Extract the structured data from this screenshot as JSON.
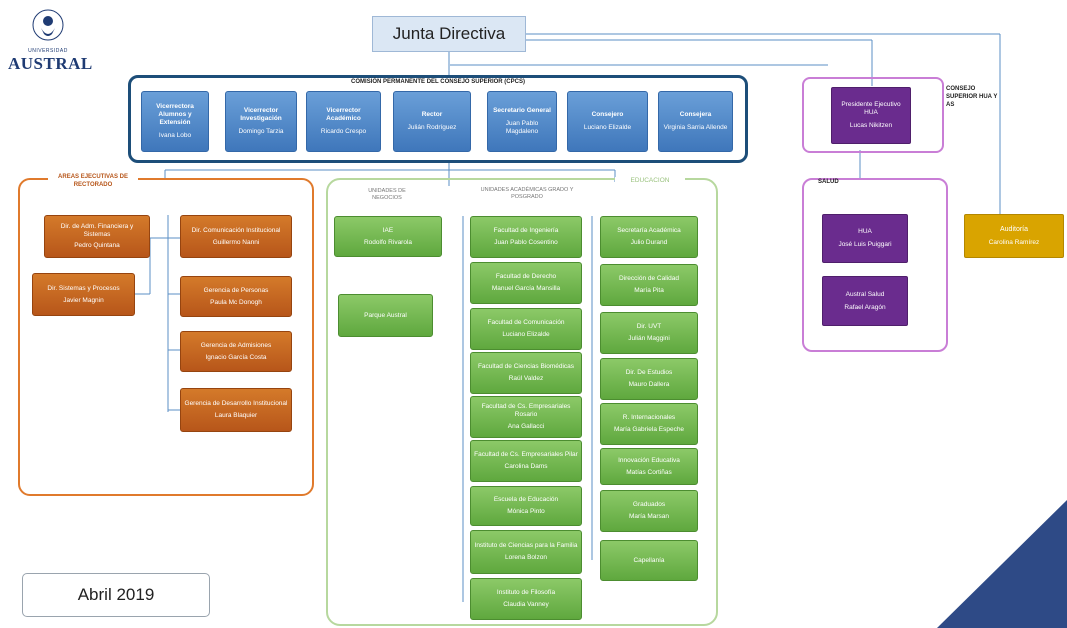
{
  "logo": {
    "small": "UNIVERSIDAD",
    "name": "AUSTRAL"
  },
  "junta": "Junta Directiva",
  "cpcs": {
    "title": "COMISIÓN PERMANENTE DEL CONSEJO SUPERIOR (CPCS)",
    "members": [
      {
        "title": "Vicerrectora Alumnos y Extensión",
        "name": "Ivana Lobo"
      },
      {
        "title": "Vicerrector Investigación",
        "name": "Domingo Tarzia"
      },
      {
        "title": "Vicerrector Académico",
        "name": "Ricardo Crespo"
      },
      {
        "title": "Rector",
        "name": "Julián Rodríguez"
      },
      {
        "title": "Secretario General",
        "name": "Juan Pablo Magdaleno"
      },
      {
        "title": "Consejero",
        "name": "Luciano Elizalde"
      },
      {
        "title": "Consejera",
        "name": "Virginia Sarria Allende"
      }
    ]
  },
  "consejo": {
    "label": "CONSEJO SUPERIOR HUA Y AS",
    "box": {
      "title": "Presidente Ejecutivo HUA",
      "name": "Lucas Nikitzen"
    }
  },
  "salud": {
    "label": "SALUD",
    "boxes": [
      {
        "title": "HUA",
        "name": "José Luis Puiggari"
      },
      {
        "title": "Austral Salud",
        "name": "Rafael Aragón"
      }
    ]
  },
  "auditoria": {
    "title": "Auditoría",
    "name": "Carolina Ramírez"
  },
  "areas": {
    "label": "AREAS EJECUTIVAS DE RECTORADO",
    "left": [
      {
        "title": "Dir. de Adm. Financiera y Sistemas",
        "name": "Pedro Quintana"
      },
      {
        "title": "Dir. Sistemas y Procesos",
        "name": "Javier Magnin"
      }
    ],
    "right": [
      {
        "title": "Dir. Comunicación Institucional",
        "name": "Guillermo Nanni"
      },
      {
        "title": "Gerencia de Personas",
        "name": "Paula Mc Donogh"
      },
      {
        "title": "Gerencia de Admisiones",
        "name": "Ignacio García Costa"
      },
      {
        "title": "Gerencia de Desarrollo Institucional",
        "name": "Laura Blaquier"
      }
    ]
  },
  "educacion": {
    "label": "EDUCACION",
    "negocios_label": "UNIDADES DE NEGOCIOS",
    "negocios": [
      {
        "title": "IAE",
        "name": "Rodolfo Rivarola"
      },
      {
        "title": "Parque Austral",
        "name": ""
      }
    ],
    "academicas_label": "UNIDADES ACADÉMICAS GRADO Y POSGRADO",
    "academicas": [
      {
        "title": "Facultad de Ingeniería",
        "name": "Juan Pablo Cosentino"
      },
      {
        "title": "Facultad de Derecho",
        "name": "Manuel García Mansilla"
      },
      {
        "title": "Facultad de Comunicación",
        "name": "Luciano Elizalde"
      },
      {
        "title": "Facultad de Ciencias Biomédicas",
        "name": "Raúl Valdez"
      },
      {
        "title": "Facultad de Cs. Empresariales Rosario",
        "name": "Ana Gallacci"
      },
      {
        "title": "Facultad de Cs. Empresariales Pilar",
        "name": "Carolina Dams"
      },
      {
        "title": "Escuela de Educación",
        "name": "Mónica Pinto"
      },
      {
        "title": "Instituto de Ciencias para la Familia",
        "name": "Lorena Bolzon"
      },
      {
        "title": "Instituto de Filosofía",
        "name": "Claudia Vanney"
      }
    ],
    "soporte": [
      {
        "title": "Secretaría Académica",
        "name": "Julio Durand"
      },
      {
        "title": "Dirección de Calidad",
        "name": "María Pita"
      },
      {
        "title": "Dir. UVT",
        "name": "Julián Maggini"
      },
      {
        "title": "Dir. De Estudios",
        "name": "Mauro Dallera"
      },
      {
        "title": "R. Internacionales",
        "name": "María Gabriela Espeche"
      },
      {
        "title": "Innovación Educativa",
        "name": "Matías Cortiñas"
      },
      {
        "title": "Graduados",
        "name": "María Marsan"
      },
      {
        "title": "Capellanía",
        "name": ""
      }
    ]
  },
  "date": "Abril 2019",
  "colors": {
    "cpcs_border": "#1d4e79",
    "blue_box": "#4a84c6",
    "green_box": "#6db248",
    "orange_box": "#c2621f",
    "purple_box": "#6a2c8e",
    "gold_box": "#d9a400",
    "purple_frame": "#c97ed6",
    "green_frame": "#b7d89e",
    "orange_frame": "#e07a2c",
    "corner": "#2e4a86"
  }
}
